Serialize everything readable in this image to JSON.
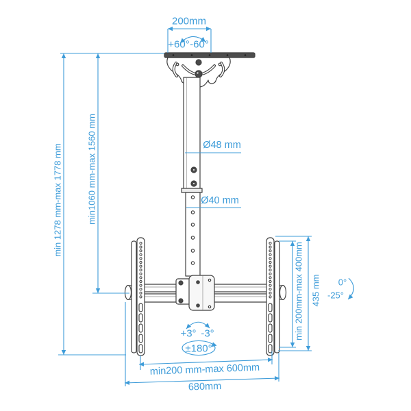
{
  "colors": {
    "dimension_blue": "#3E9CD9",
    "drawing_dark": "#3F3F3F",
    "background": "#FFFFFF"
  },
  "diagram": {
    "subject": "ceiling-tv-mount-dimension-drawing",
    "labels": {
      "ceiling_plate_width": "200mm",
      "swivel_top_positive": "+60°",
      "swivel_top_negative": "-60°",
      "upper_pole_diameter": "Ø48 mm",
      "lower_pole_diameter": "Ø40 mm",
      "overall_height": "min 1278 mm-max 1778 mm",
      "pole_height": "min1060 mm-max 1560 mm",
      "vesa_height_range": "min 200mm-max 400mm",
      "bracket_height": "435 mm",
      "tilt_upper": "0°",
      "tilt_lower": "-25°",
      "level_adjust_positive": "+3°",
      "level_adjust_negative": "-3°",
      "rotation_range": "±180°",
      "vesa_width_range": "min200 mm-max 600mm",
      "crossbar_width": "680mm"
    }
  }
}
